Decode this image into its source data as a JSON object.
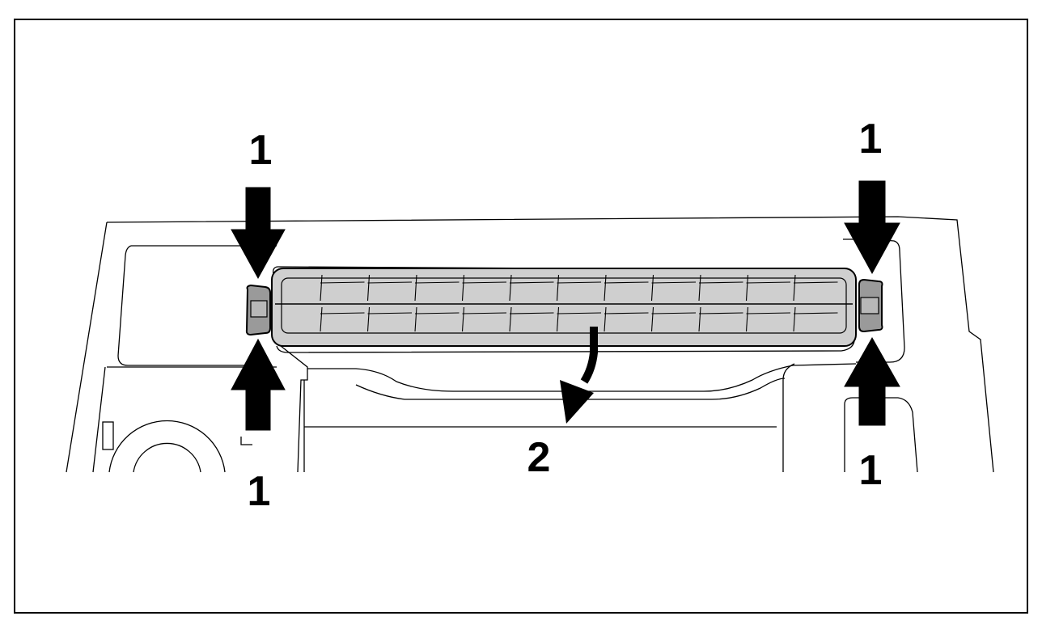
{
  "callouts": {
    "clip_top_left": "1",
    "clip_top_right": "1",
    "clip_bottom_left": "1",
    "clip_bottom_right": "1",
    "remove_direction": "2"
  },
  "colors": {
    "line": "#000000",
    "part_fill": "#cfcfcf",
    "clip_fill": "#9a9a9a",
    "clip_fill_light": "#b8b8b8",
    "background": "#ffffff"
  },
  "icons": {
    "press_arrow": "arrow-down-icon",
    "press_arrow_up": "arrow-up-icon",
    "remove_arrow": "curved-arrow-icon"
  }
}
